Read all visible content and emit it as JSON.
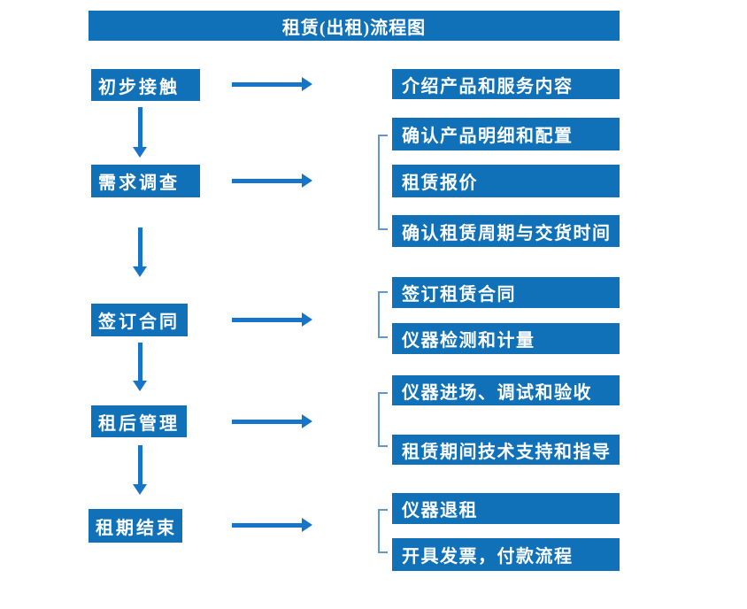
{
  "title": "租赁(出租)流程图",
  "colors": {
    "box": "#1071B8",
    "arrow": "#1675C8",
    "bracket": "#6096D1",
    "text": "#FFFFFF",
    "background": "#FFFFFF"
  },
  "steps": [
    {
      "label": "初步接触",
      "details": [
        "介绍产品和服务内容"
      ]
    },
    {
      "label": "需求调查",
      "details": [
        "确认产品明细和配置",
        "租赁报价",
        "确认租赁周期与交货时间"
      ]
    },
    {
      "label": "签订合同",
      "details": [
        "签订租赁合同",
        "仪器检测和计量"
      ]
    },
    {
      "label": "租后管理",
      "details": [
        "仪器进场、调试和验收",
        "租赁期间技术支持和指导"
      ]
    },
    {
      "label": "租期结束",
      "details": [
        "仪器退租",
        "开具发票，付款流程"
      ]
    }
  ]
}
